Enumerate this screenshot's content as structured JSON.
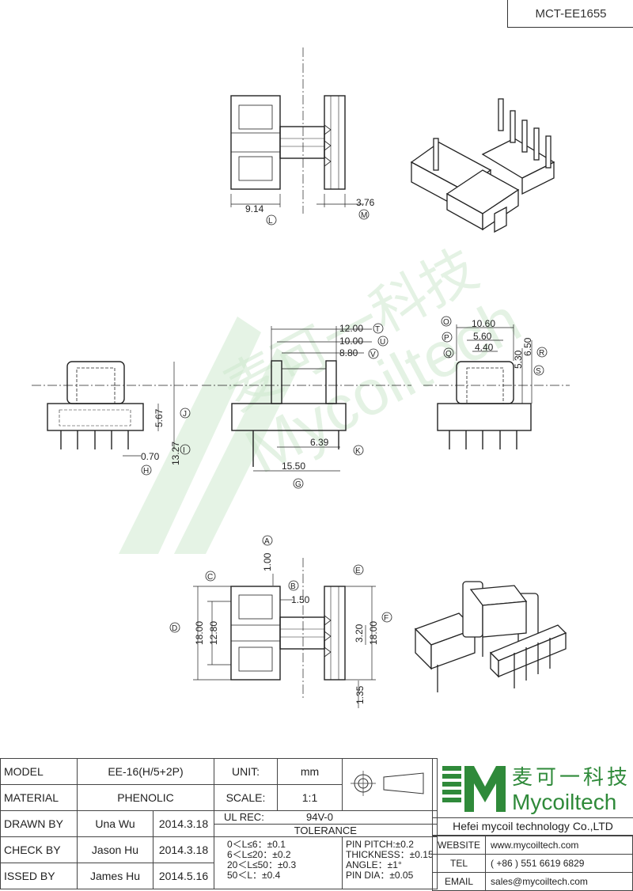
{
  "drawing_code": "MCT-EE1655",
  "watermark": {
    "cn": "麦可一科技",
    "en": "Mycoiltech"
  },
  "top_view": {
    "dims": [
      "9.14",
      "3.76"
    ],
    "markers": [
      "L",
      "M"
    ]
  },
  "front_view": {
    "dims": [
      "5.67",
      "13.27",
      "0.70"
    ],
    "markers": [
      "J",
      "I",
      "H"
    ]
  },
  "side_view": {
    "dims": [
      "12.00",
      "10.00",
      "8.80",
      "6.39",
      "15.50"
    ],
    "markers": [
      "T",
      "U",
      "V",
      "K",
      "G"
    ]
  },
  "right_view": {
    "dims": [
      "10.60",
      "5.60",
      "4.40",
      "5.30",
      "6.50"
    ],
    "markers": [
      "O",
      "P",
      "Q",
      "R",
      "S"
    ]
  },
  "bottom_view": {
    "dims": [
      "1.00",
      "1.50",
      "18.00",
      "12.80",
      "3.20",
      "18.00",
      "1.35"
    ],
    "markers": [
      "A",
      "B",
      "C",
      "D",
      "E",
      "F"
    ]
  },
  "title_block": {
    "model_label": "MODEL",
    "model_value": "EE-16(H/5+2P)",
    "material_label": "MATERIAL",
    "material_value": "PHENOLIC",
    "drawn_label": "DRAWN BY",
    "drawn_name": "Una Wu",
    "drawn_date": "2014.3.18",
    "check_label": "CHECK BY",
    "check_name": "Jason Hu",
    "check_date": "2014.3.18",
    "issued_label": "ISSED BY",
    "issued_name": "James Hu",
    "issued_date": "2014.5.16",
    "unit_label": "UNIT:",
    "unit_value": "mm",
    "scale_label": "SCALE:",
    "scale_value": "1:1",
    "ul_label": "UL REC:",
    "ul_value": "94V-0",
    "tolerance_label": "TOLERANCE",
    "tol_lines": [
      "0＜L≤6：±0.1",
      "6＜L≤20：±0.2",
      "20＜L≤50：±0.3",
      "50＜L：±0.4"
    ],
    "tol_lines_right": [
      "PIN PITCH:±0.2",
      "THICKNESS：±0.15",
      "ANGLE：±1°",
      "PIN DIA：±0.05"
    ]
  },
  "brand": {
    "cn": "麦可一科技",
    "en": "Mycoiltech",
    "company": "Hefei mycoil technology Co.,LTD"
  },
  "contact": {
    "website_label": "WEBSITE",
    "website": "www.mycoiltech.com",
    "tel_label": "TEL",
    "tel": "( +86 ) 551 6619 6829",
    "email_label": "EMAIL",
    "email": "sales@mycoiltech.com"
  }
}
